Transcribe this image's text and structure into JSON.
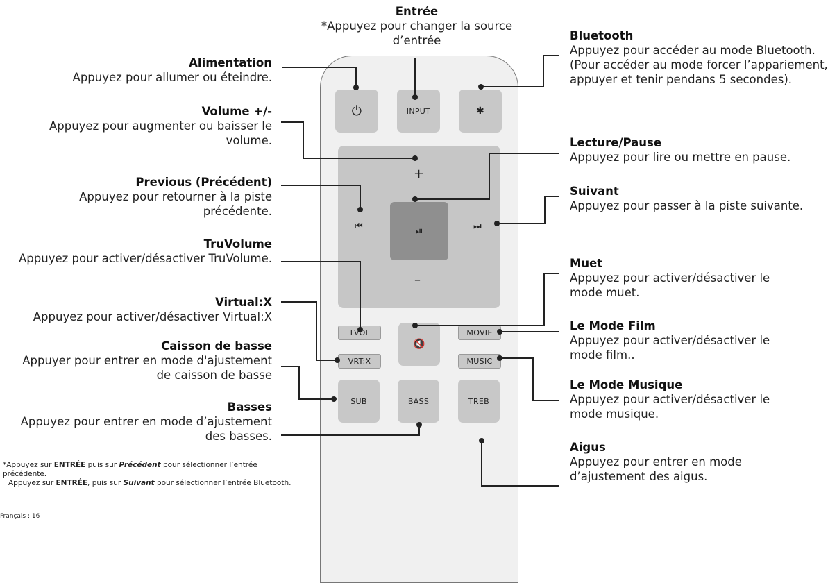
{
  "labels": {
    "entree": {
      "title": "Entrée",
      "desc": "*Appuyez pour changer la source d’entrée"
    },
    "alimentation": {
      "title": "Alimentation",
      "desc": "Appuyez pour allumer ou éteindre."
    },
    "volume": {
      "title": "Volume +/-",
      "desc": "Appuyez pour augmenter ou baisser le volume."
    },
    "previous": {
      "title": "Previous (Précédent)",
      "desc": "Appuyez pour retourner à la piste précédente."
    },
    "truvolume": {
      "title": "TruVolume",
      "desc": "Appuyez pour activer/désactiver TruVolume."
    },
    "virtualx": {
      "title": "Virtual:X",
      "desc": "Appuyez pour activer/désactiver Virtual:X"
    },
    "caisson": {
      "title": "Caisson de basse",
      "desc": "Appuyer pour entrer en mode d'ajustement de caisson de basse"
    },
    "basses": {
      "title": "Basses",
      "desc": "Appuyez pour entrer en mode d’ajustement des basses."
    },
    "bluetooth": {
      "title": "Bluetooth",
      "desc": "Appuyez pour accéder au mode Bluetooth. (Pour accéder au mode forcer l’appariement, appuyer et tenir pendans 5 secondes)."
    },
    "lecture": {
      "title": "Lecture/Pause",
      "desc": "Appuyez pour lire ou mettre en pause."
    },
    "suivant": {
      "title": "Suivant",
      "desc": "Appuyez pour passer à la piste suivante."
    },
    "muet": {
      "title": "Muet",
      "desc": "Appuyez pour activer/désactiver le mode muet."
    },
    "film": {
      "title": "Le Mode Film",
      "desc": "Appuyez pour activer/désactiver le mode film.."
    },
    "musique": {
      "title": "Le Mode Musique",
      "desc": "Appuyez pour activer/désactiver le mode musique."
    },
    "aigus": {
      "title": "Aigus",
      "desc": "Appuyez pour entrer en mode d’ajustement des aigus."
    }
  },
  "buttons": {
    "power": "⏻",
    "input": "INPUT",
    "bluetooth": "✱",
    "plus": "+",
    "minus": "–",
    "prev": "⏮",
    "playpause": "⏯",
    "next": "⏭",
    "tvol": "TVOL",
    "vrtx": "VRT:X",
    "mute": "🔇",
    "movie": "MOVIE",
    "music": "MUSIC",
    "sub": "SUB",
    "bass": "BASS",
    "treb": "TREB"
  },
  "note": {
    "line1_a": "*Appuyez sur ",
    "line1_b": "ENTRÉE",
    "line1_c": " puis sur ",
    "line1_d": "Précédent",
    "line1_e": " pour sélectionner l’entrée précédente.",
    "line2_a": "Appuyez sur ",
    "line2_b": "ENTRÉE",
    "line2_c": ", puis sur ",
    "line2_d": "Suivant",
    "line2_e": " pour sélectionner l’entrée Bluetooth."
  },
  "footer": "Français : 16"
}
